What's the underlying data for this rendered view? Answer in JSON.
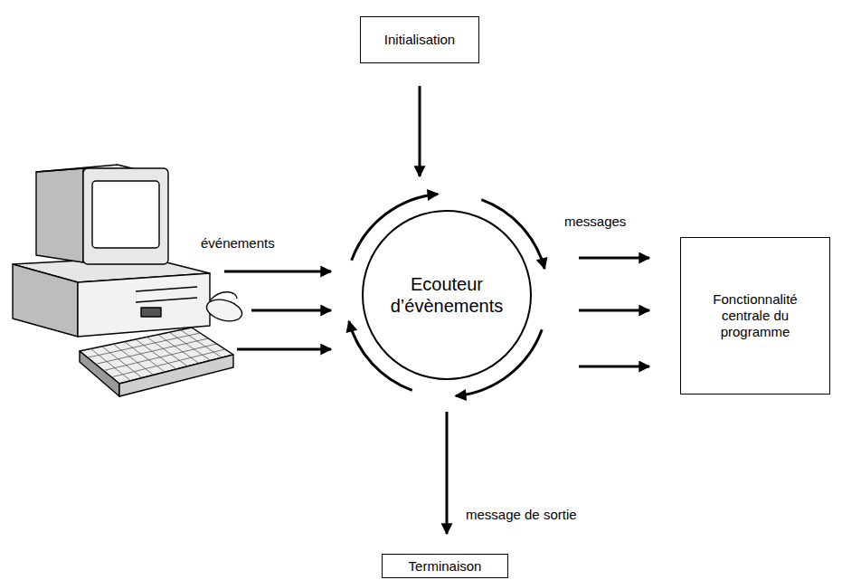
{
  "diagram": {
    "nodes": [
      {
        "text": [
          "Initialisation"
        ]
      },
      {
        "text": [
          "Ecouteur d’évènements"
        ]
      },
      {
        "text": [
          "Fonctionnalité centrale du programme"
        ]
      },
      {
        "text": [
          "Terminaison"
        ]
      }
    ],
    "edges": [
      {
        "from": 0,
        "to": 1,
        "arrow": "to"
      },
      {
        "from": 1,
        "to": 2,
        "label": "messages",
        "arrow": "to"
      },
      {
        "from": 1,
        "to": 2,
        "arrow": "to"
      },
      {
        "from": 1,
        "to": 2,
        "arrow": "to"
      },
      {
        "from": 1,
        "to": 3,
        "label": "message de sortie",
        "arrow": "to"
      }
    ],
    "labels": [
      "événements"
    ]
  }
}
